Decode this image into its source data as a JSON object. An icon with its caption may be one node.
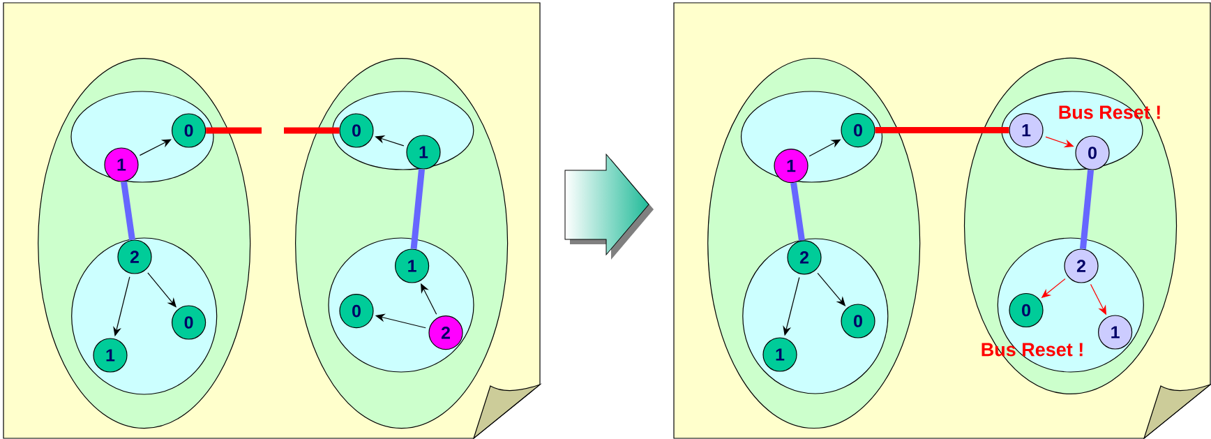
{
  "diagram": {
    "nodes": [
      {
        "text": [],
        "shape": "ellipse"
      },
      {
        "text": [],
        "shape": "ellipse",
        "in": 0
      },
      {
        "text": [
          "0"
        ],
        "in": 1
      },
      {
        "text": [
          "1"
        ],
        "in": 1
      },
      {
        "text": [],
        "shape": "ellipse",
        "in": 0
      },
      {
        "text": [
          "2"
        ],
        "in": 4
      },
      {
        "text": [
          "0"
        ],
        "in": 4
      },
      {
        "text": [
          "1"
        ],
        "in": 4
      },
      {
        "text": [],
        "shape": "ellipse"
      },
      {
        "text": [],
        "shape": "ellipse",
        "in": 8
      },
      {
        "text": [
          "0"
        ],
        "in": 9
      },
      {
        "text": [
          "1"
        ],
        "in": 9
      },
      {
        "text": [],
        "shape": "ellipse",
        "in": 8
      },
      {
        "text": [
          "1"
        ],
        "in": 12
      },
      {
        "text": [
          "0"
        ],
        "in": 12
      },
      {
        "text": [
          "2"
        ],
        "in": 12
      },
      {
        "text": [],
        "shape": "ellipse"
      },
      {
        "text": [],
        "shape": "ellipse",
        "in": 16
      },
      {
        "text": [
          "0"
        ],
        "in": 17
      },
      {
        "text": [
          "1"
        ],
        "in": 17
      },
      {
        "text": [],
        "shape": "ellipse",
        "in": 16
      },
      {
        "text": [
          "2"
        ],
        "in": 20
      },
      {
        "text": [
          "0"
        ],
        "in": 20
      },
      {
        "text": [
          "1"
        ],
        "in": 20
      },
      {
        "text": [],
        "shape": "ellipse"
      },
      {
        "text": [],
        "shape": "ellipse",
        "in": 24
      },
      {
        "text": [
          "1"
        ],
        "in": 25
      },
      {
        "text": [
          "0"
        ],
        "in": 25
      },
      {
        "text": [],
        "shape": "ellipse",
        "in": 24
      },
      {
        "text": [
          "2"
        ],
        "in": 28
      },
      {
        "text": [
          "0"
        ],
        "in": 28
      },
      {
        "text": [
          "1"
        ],
        "in": 28
      }
    ],
    "edges": [
      {
        "from": 3,
        "to": 2,
        "arrow": "to"
      },
      {
        "from": 3,
        "to": 5,
        "arrow": "none",
        "style": "thick",
        "color": "#6666ff"
      },
      {
        "from": 5,
        "to": 7,
        "arrow": "to"
      },
      {
        "from": 5,
        "to": 6,
        "arrow": "to"
      },
      {
        "from": 2,
        "to": null,
        "arrow": "none",
        "style": "thick",
        "color": "#ff0000"
      },
      {
        "from": null,
        "to": 10,
        "arrow": "none",
        "style": "thick",
        "color": "#ff0000"
      },
      {
        "from": 11,
        "to": 10,
        "arrow": "to"
      },
      {
        "from": 11,
        "to": 13,
        "arrow": "none",
        "style": "thick",
        "color": "#6666ff"
      },
      {
        "from": 15,
        "to": 13,
        "arrow": "to"
      },
      {
        "from": 15,
        "to": 14,
        "arrow": "to"
      },
      {
        "from": 19,
        "to": 18,
        "arrow": "to"
      },
      {
        "from": 19,
        "to": 21,
        "arrow": "none",
        "style": "thick",
        "color": "#6666ff"
      },
      {
        "from": 21,
        "to": 23,
        "arrow": "to"
      },
      {
        "from": 21,
        "to": 22,
        "arrow": "to"
      },
      {
        "from": 18,
        "to": 26,
        "arrow": "none",
        "style": "thick",
        "color": "#ff0000"
      },
      {
        "from": 26,
        "to": 27,
        "arrow": "to",
        "color": "#ff0000"
      },
      {
        "from": 27,
        "to": 29,
        "arrow": "none",
        "style": "thick",
        "color": "#6666ff"
      },
      {
        "from": 29,
        "to": 30,
        "arrow": "to",
        "color": "#ff0000"
      },
      {
        "from": 29,
        "to": 31,
        "arrow": "to",
        "color": "#ff0000"
      }
    ],
    "labels": [
      "Bus Reset !",
      "Bus Reset !"
    ]
  }
}
